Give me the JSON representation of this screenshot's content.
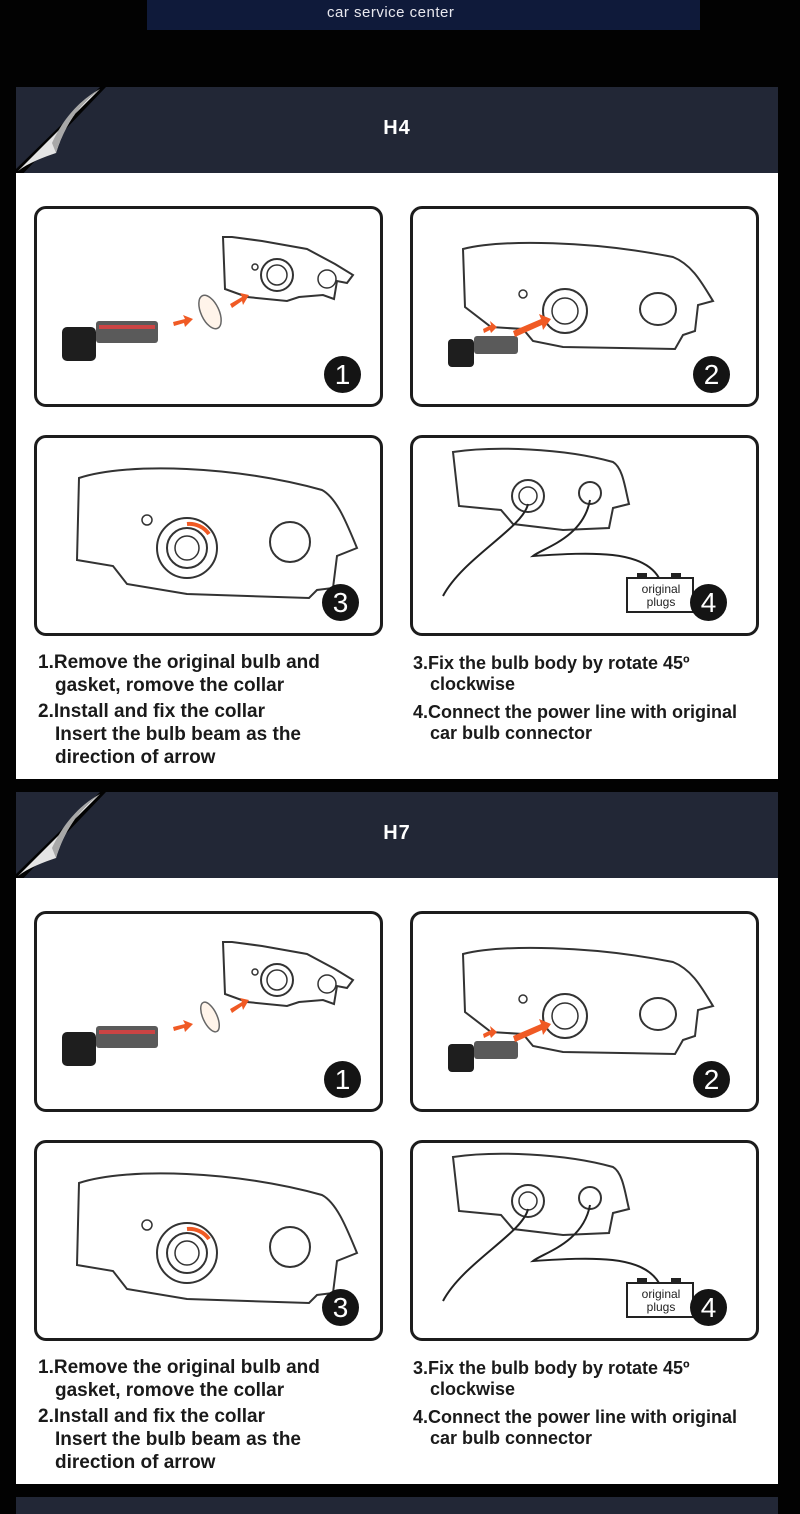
{
  "top_banner": {
    "text": "car service center"
  },
  "sections": [
    {
      "title": "H4",
      "steps": [
        "1",
        "2",
        "3",
        "4"
      ],
      "plug_label": [
        "original",
        "plugs"
      ],
      "instructions_left": [
        {
          "first": "1.Remove the original bulb and",
          "rest": [
            "gasket, romove the collar"
          ]
        },
        {
          "first": "2.Install and fix the collar",
          "rest": [
            "Insert the bulb beam as the",
            "direction of arrow"
          ]
        }
      ],
      "instructions_right": [
        {
          "first": "3.Fix the bulb body by rotate 45º",
          "rest": [
            "clockwise"
          ]
        },
        {
          "first": "4.Connect the power line with original",
          "rest": [
            "car bulb connector"
          ]
        }
      ]
    },
    {
      "title": "H7",
      "steps": [
        "1",
        "2",
        "3",
        "4"
      ],
      "plug_label": [
        "original",
        "plugs"
      ],
      "instructions_left": [
        {
          "first": "1.Remove the original bulb and",
          "rest": [
            "gasket, romove the collar"
          ]
        },
        {
          "first": "2.Install and fix the collar",
          "rest": [
            "Insert the bulb beam as the",
            "direction of arrow"
          ]
        }
      ],
      "instructions_right": [
        {
          "first": "3.Fix the bulb body by rotate 45º",
          "rest": [
            "clockwise"
          ]
        },
        {
          "first": "4.Connect the power line with original",
          "rest": [
            "car bulb connector"
          ]
        }
      ]
    }
  ],
  "colors": {
    "header_bg": "#222736",
    "arrow": "#f05a24",
    "page_bg": "#020202"
  }
}
